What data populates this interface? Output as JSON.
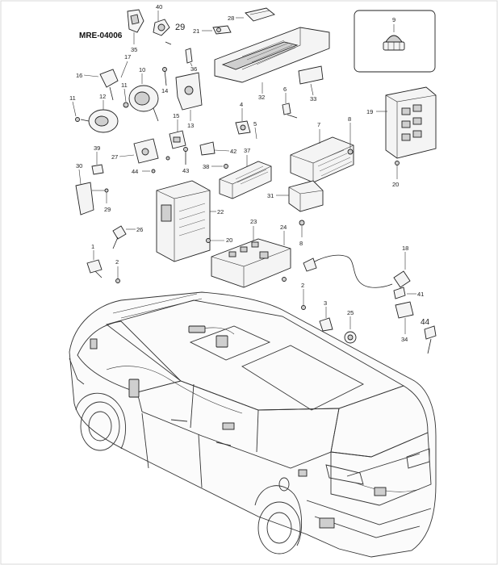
{
  "diagram_code": "MRE-04006",
  "inset_label": "9",
  "callouts": [
    {
      "key": "c40",
      "text": "40"
    },
    {
      "key": "c29a",
      "text": "29"
    },
    {
      "key": "c28",
      "text": "28"
    },
    {
      "key": "c21",
      "text": "21"
    },
    {
      "key": "c35",
      "text": "35"
    },
    {
      "key": "c17",
      "text": "17"
    },
    {
      "key": "c16",
      "text": "16"
    },
    {
      "key": "c10",
      "text": "10"
    },
    {
      "key": "c36",
      "text": "36"
    },
    {
      "key": "c14",
      "text": "14"
    },
    {
      "key": "c12",
      "text": "12"
    },
    {
      "key": "c11a",
      "text": "11"
    },
    {
      "key": "c11b",
      "text": "11"
    },
    {
      "key": "c13",
      "text": "13"
    },
    {
      "key": "c32",
      "text": "32"
    },
    {
      "key": "c33",
      "text": "33"
    },
    {
      "key": "c6a",
      "text": "6"
    },
    {
      "key": "c4",
      "text": "4"
    },
    {
      "key": "c5",
      "text": "5"
    },
    {
      "key": "c15",
      "text": "15"
    },
    {
      "key": "c39",
      "text": "39"
    },
    {
      "key": "c27",
      "text": "27"
    },
    {
      "key": "c42",
      "text": "42"
    },
    {
      "key": "c37",
      "text": "37"
    },
    {
      "key": "c38",
      "text": "38"
    },
    {
      "key": "c43",
      "text": "43"
    },
    {
      "key": "c44a",
      "text": "44"
    },
    {
      "key": "c30",
      "text": "30"
    },
    {
      "key": "c29b",
      "text": "29"
    },
    {
      "key": "c7",
      "text": "7"
    },
    {
      "key": "c8a",
      "text": "8"
    },
    {
      "key": "c19",
      "text": "19"
    },
    {
      "key": "c20a",
      "text": "20"
    },
    {
      "key": "c31",
      "text": "31"
    },
    {
      "key": "c22",
      "text": "22"
    },
    {
      "key": "c26",
      "text": "26"
    },
    {
      "key": "c23",
      "text": "23"
    },
    {
      "key": "c24",
      "text": "24"
    },
    {
      "key": "c8b",
      "text": "8"
    },
    {
      "key": "c20b",
      "text": "20"
    },
    {
      "key": "c1",
      "text": "1"
    },
    {
      "key": "c2a",
      "text": "2"
    },
    {
      "key": "c18",
      "text": "18"
    },
    {
      "key": "c2b",
      "text": "2"
    },
    {
      "key": "c3",
      "text": "3"
    },
    {
      "key": "c41",
      "text": "41"
    },
    {
      "key": "c25",
      "text": "25"
    },
    {
      "key": "c44b",
      "text": "44"
    },
    {
      "key": "c34",
      "text": "34"
    }
  ]
}
